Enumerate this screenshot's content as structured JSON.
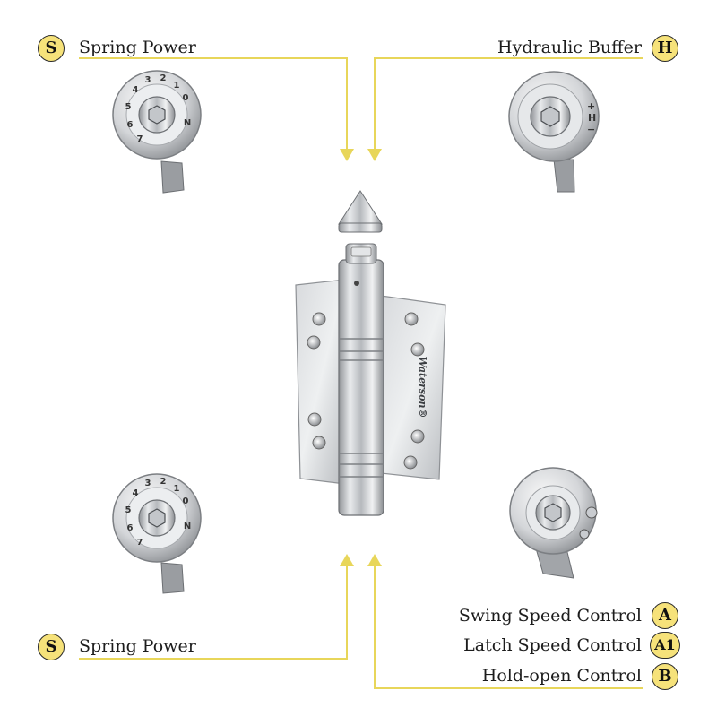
{
  "callouts": {
    "top_left": {
      "badge": "S",
      "label": "Spring Power"
    },
    "top_right": {
      "badge": "H",
      "label": "Hydraulic Buffer"
    },
    "bottom_left": {
      "badge": "S",
      "label": "Spring Power"
    },
    "bottom_right": [
      {
        "badge": "A",
        "label": "Swing Speed Control"
      },
      {
        "badge": "A1",
        "label": "Latch Speed Control"
      },
      {
        "badge": "B",
        "label": "Hold-open Control"
      }
    ]
  },
  "dial_numbers": [
    "0",
    "1",
    "2",
    "3",
    "4",
    "5",
    "6",
    "7",
    "N"
  ],
  "product": {
    "brand_mark": "Waterson®"
  },
  "colors": {
    "accent_line": "#e8d65a",
    "badge_fill": "#f6e27a",
    "steel": "#c9ccd0"
  }
}
